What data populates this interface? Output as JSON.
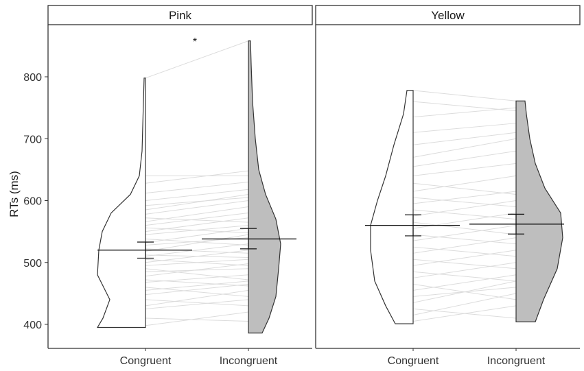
{
  "chart_data": {
    "type": "violin",
    "ylabel": "RTs (ms)",
    "ylim": [
      380,
      870
    ],
    "yticks": [
      400,
      500,
      600,
      700,
      800
    ],
    "categories": [
      "Congruent",
      "Incongruent"
    ],
    "fill_colors": {
      "Congruent": "#ffffff",
      "Incongruent": "#bebebe"
    },
    "panels": [
      {
        "name": "Pink",
        "annotation": "*",
        "groups": [
          {
            "category": "Congruent",
            "mean": 520,
            "ci_low": 507,
            "ci_high": 533,
            "min": 395,
            "max": 798
          },
          {
            "category": "Incongruent",
            "mean": 538,
            "ci_low": 522,
            "ci_high": 555,
            "min": 386,
            "max": 858
          }
        ],
        "pairs": [
          [
            398,
            420
          ],
          [
            410,
            405
          ],
          [
            425,
            440
          ],
          [
            430,
            455
          ],
          [
            440,
            430
          ],
          [
            448,
            465
          ],
          [
            455,
            470
          ],
          [
            460,
            445
          ],
          [
            468,
            480
          ],
          [
            472,
            462
          ],
          [
            478,
            498
          ],
          [
            485,
            490
          ],
          [
            490,
            472
          ],
          [
            495,
            505
          ],
          [
            500,
            520
          ],
          [
            505,
            495
          ],
          [
            510,
            530
          ],
          [
            512,
            508
          ],
          [
            518,
            545
          ],
          [
            522,
            515
          ],
          [
            528,
            540
          ],
          [
            532,
            555
          ],
          [
            538,
            528
          ],
          [
            545,
            560
          ],
          [
            550,
            572
          ],
          [
            556,
            548
          ],
          [
            560,
            580
          ],
          [
            566,
            590
          ],
          [
            572,
            565
          ],
          [
            578,
            600
          ],
          [
            585,
            610
          ],
          [
            592,
            605
          ],
          [
            600,
            618
          ],
          [
            612,
            630
          ],
          [
            628,
            648
          ],
          [
            640,
            640
          ],
          [
            798,
            858
          ]
        ]
      },
      {
        "name": "Yellow",
        "annotation": "",
        "groups": [
          {
            "category": "Congruent",
            "mean": 560,
            "ci_low": 543,
            "ci_high": 577,
            "min": 401,
            "max": 778
          },
          {
            "category": "Incongruent",
            "mean": 562,
            "ci_low": 546,
            "ci_high": 578,
            "min": 404,
            "max": 761
          }
        ],
        "pairs": [
          [
            405,
            430
          ],
          [
            415,
            450
          ],
          [
            425,
            410
          ],
          [
            435,
            470
          ],
          [
            445,
            460
          ],
          [
            455,
            480
          ],
          [
            465,
            440
          ],
          [
            475,
            500
          ],
          [
            485,
            470
          ],
          [
            495,
            520
          ],
          [
            505,
            490
          ],
          [
            515,
            540
          ],
          [
            525,
            510
          ],
          [
            535,
            560
          ],
          [
            545,
            530
          ],
          [
            555,
            580
          ],
          [
            565,
            545
          ],
          [
            575,
            600
          ],
          [
            585,
            570
          ],
          [
            595,
            615
          ],
          [
            605,
            590
          ],
          [
            615,
            640
          ],
          [
            628,
            610
          ],
          [
            640,
            660
          ],
          [
            655,
            680
          ],
          [
            670,
            700
          ],
          [
            690,
            710
          ],
          [
            710,
            725
          ],
          [
            735,
            750
          ],
          [
            760,
            745
          ],
          [
            778,
            761
          ]
        ]
      }
    ]
  }
}
